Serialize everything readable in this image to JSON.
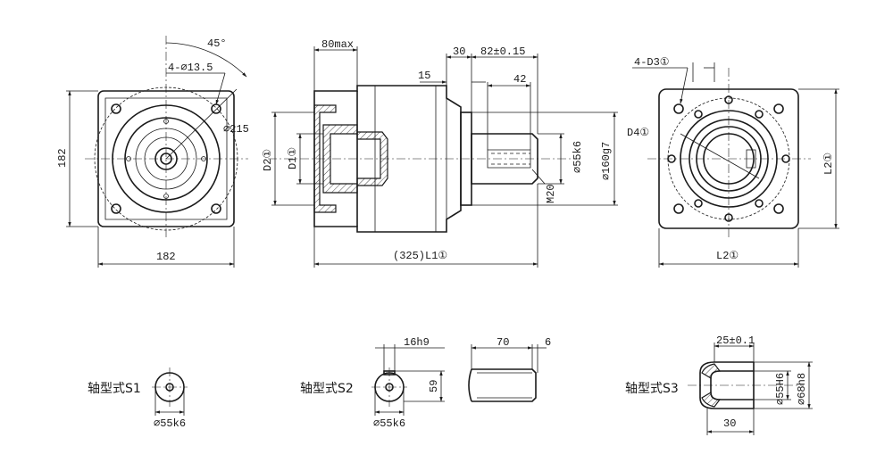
{
  "front_view": {
    "angle": "45°",
    "holes": "4-⌀13.5",
    "pcd": "⌀215",
    "height": "182",
    "width": "182"
  },
  "side_view": {
    "input_length": "80max",
    "shaft_step": "30",
    "shaft_length": "82±0.15",
    "shoulder": "15",
    "key_length": "42",
    "d2": "D2①",
    "d1": "D1①",
    "shaft_dia": "⌀55k6",
    "flange_dia": "⌀160g7",
    "thread": "M20",
    "total_length": "(325)L1①"
  },
  "rear_view": {
    "holes": "4-D3①",
    "d4": "D4①",
    "l2_vertical": "L2①",
    "l2_horizontal": "L2①"
  },
  "shaft_s1": {
    "label": "轴型式S1",
    "dia": "⌀55k6"
  },
  "shaft_s2": {
    "label": "轴型式S2",
    "key_width": "16h9",
    "key_height": "59",
    "dia": "⌀55k6",
    "key_length": "70",
    "key_offset": "6"
  },
  "shaft_s3": {
    "label": "轴型式S3",
    "top": "25±0.1",
    "inner_dia": "⌀55H6",
    "outer_dia": "⌀68h8",
    "length": "30"
  }
}
